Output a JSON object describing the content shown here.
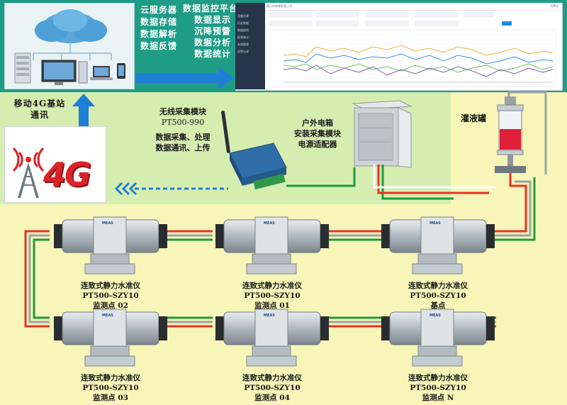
{
  "cloud_services": [
    "云服务器",
    "数据存储",
    "数据解析",
    "数据反馈"
  ],
  "monitoring_platform": [
    "数据监控平台",
    "数据显示",
    "沉降预警",
    "数据分析",
    "数据统计"
  ],
  "dashboard": {
    "company": "唐山市南建有限公司",
    "menu": [
      "设备列表",
      "历史数据",
      "数据曲线",
      "报表统计",
      "系统管理",
      "告警记录"
    ],
    "user": "沉降仪"
  },
  "mobile_station": [
    "移动4G基站",
    "通讯"
  ],
  "badge_4g": "4G",
  "wireless_module": {
    "title": "无线采集模块",
    "model": "PT500-990",
    "desc": [
      "数据采集、处理",
      "数据通讯、上传"
    ]
  },
  "outdoor_box": [
    "户外电箱",
    "安装采集模块",
    "电源适配器"
  ],
  "tank_label": "灌液罐",
  "sensor_label": "MEAS",
  "nodes": [
    {
      "name": "连致式静力水准仪",
      "model": "PT500-SZY10",
      "point": "监测点 02"
    },
    {
      "name": "连致式静力水准仪",
      "model": "PT500-SZY10",
      "point": "监测点 01"
    },
    {
      "name": "连致式静力水准仪",
      "model": "PT500-SZY10",
      "point": "基点"
    },
    {
      "name": "连致式静力水准仪",
      "model": "PT500-SZY10",
      "point": "监测点 03"
    },
    {
      "name": "连致式静力水准仪",
      "model": "PT500-SZY10",
      "point": "监测点 04"
    },
    {
      "name": "连致式静力水准仪",
      "model": "PT500-SZY10",
      "point": "监测点 N"
    }
  ],
  "colors": {
    "teal": "#1f9c86",
    "green_panel": "#d6edb0",
    "yellow": "#f7f5b8",
    "arrow_blue": "#1f7fd6",
    "pipe_red": "#e53428",
    "pipe_green": "#1f9a3a",
    "pipe_gray": "#9aa3a8"
  }
}
